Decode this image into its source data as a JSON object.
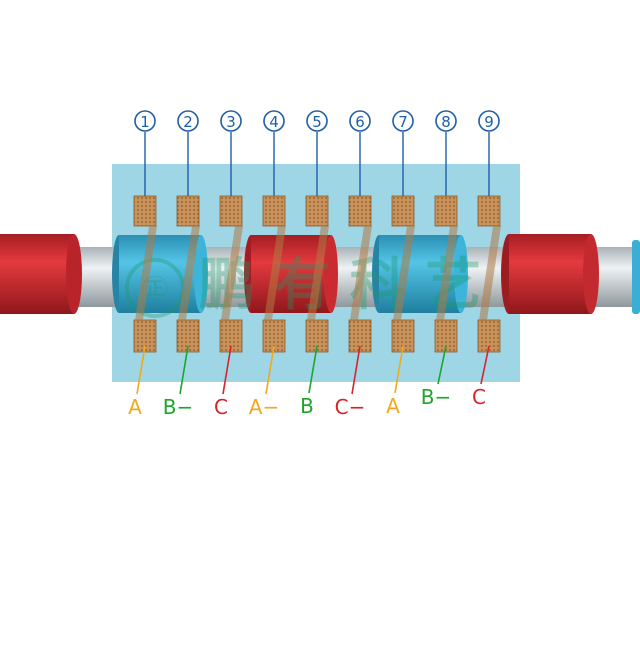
{
  "diagram": {
    "coil_numbers": [
      "①",
      "②",
      "③",
      "④",
      "⑤",
      "⑥",
      "⑦",
      "⑧",
      "⑨"
    ],
    "phase_labels": [
      {
        "text": "A",
        "color": "#f2a81d"
      },
      {
        "text": "B−",
        "color": "#1ea52b"
      },
      {
        "text": "C",
        "color": "#d9232b"
      },
      {
        "text": "A−",
        "color": "#f2a81d"
      },
      {
        "text": "B",
        "color": "#1ea52b"
      },
      {
        "text": "C−",
        "color": "#d9232b"
      },
      {
        "text": "A",
        "color": "#f2a81d"
      },
      {
        "text": "B−",
        "color": "#1ea52b"
      },
      {
        "text": "C",
        "color": "#d9232b"
      }
    ],
    "watermark": "鹏 有 科 艺",
    "colors": {
      "stator_bg": "#9fd6e6",
      "magnet_red": "#d42a2e",
      "magnet_blue": "#3aaed4",
      "shaft": "#cfd6da",
      "coil": "#c8925a",
      "number_blue": "#1f5fa8"
    }
  }
}
